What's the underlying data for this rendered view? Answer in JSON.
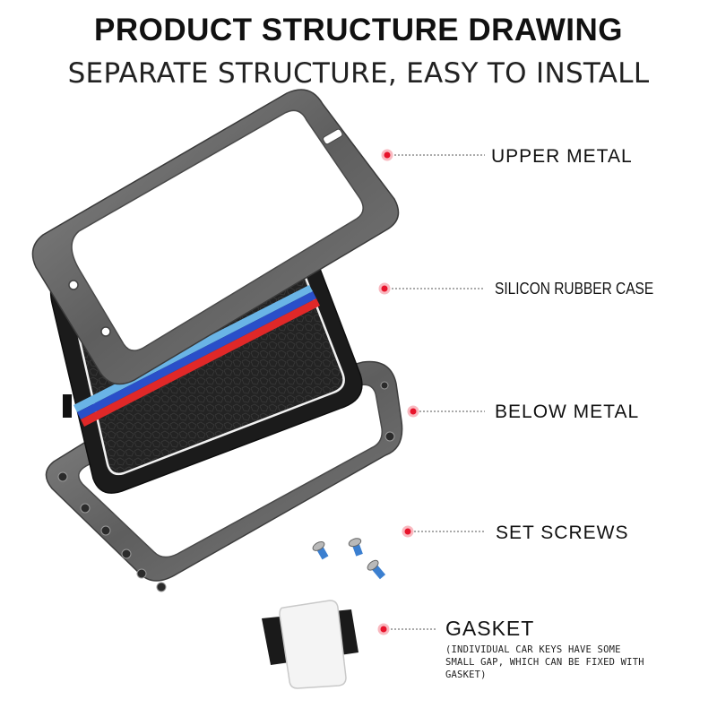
{
  "header": {
    "title": "PRODUCT STRUCTURE DRAWING",
    "subtitle": "SEPARATE STRUCTURE, EASY TO INSTALL"
  },
  "parts": [
    {
      "label": "UPPER METAL"
    },
    {
      "label": "SILICON RUBBER CASE"
    },
    {
      "label": "BELOW METAL"
    },
    {
      "label": "SET SCREWS"
    },
    {
      "label": "GASKET",
      "note": "(INDIVIDUAL CAR KEYS HAVE SOME SMALL GAP, WHICH CAN BE FIXED WITH GASKET)"
    }
  ],
  "colors": {
    "metal": "#6f6f6f",
    "rubber": "#1c1c1c",
    "stripe_light_blue": "#6ab4e6",
    "stripe_blue": "#2a4fc9",
    "stripe_red": "#e02828",
    "dot_red": "#e8132b"
  }
}
